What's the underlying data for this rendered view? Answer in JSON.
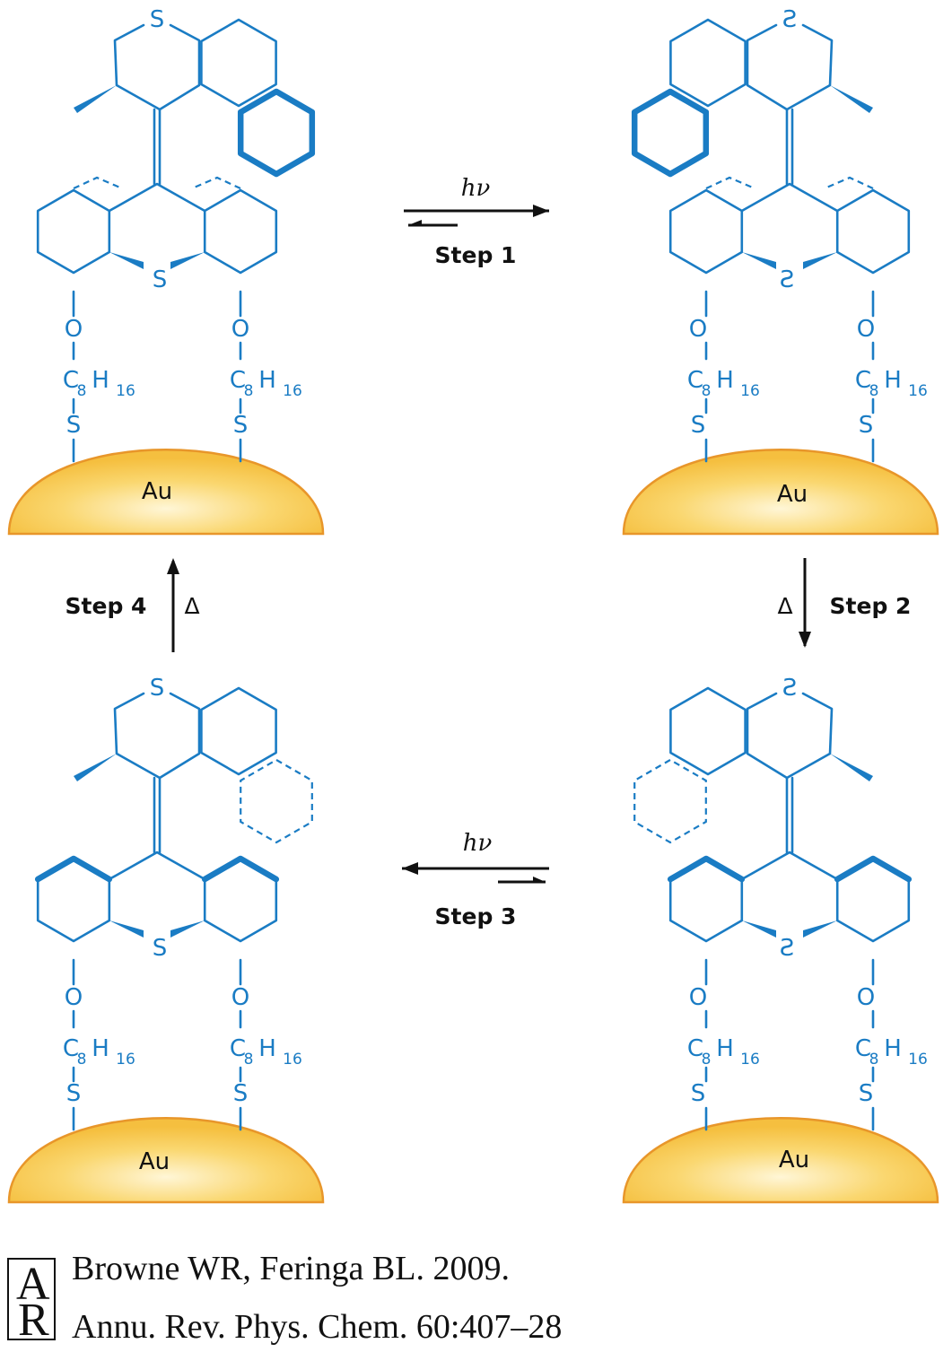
{
  "diagram": {
    "steps": {
      "step1": "Step 1",
      "step2": "Step 2",
      "step3": "Step 3",
      "step4": "Step 4"
    },
    "photo_label": "hν",
    "thermal_label": "Δ",
    "atoms": {
      "sulfur": "S",
      "oxygen": "O",
      "chain_c": "C",
      "chain_c_sub": "8",
      "chain_h": "H",
      "chain_h_sub": "16",
      "surface": "Au"
    },
    "colors": {
      "molecule": "#1a7cc4",
      "gold": "#f7c548",
      "gold_edge": "#e8962a",
      "arrow": "#111111"
    }
  },
  "citation": {
    "line1": "Browne WR, Feringa BL. 2009.",
    "line2": "Annu. Rev. Phys. Chem. 60:407–28",
    "logo_letters": [
      "A",
      "R"
    ]
  }
}
